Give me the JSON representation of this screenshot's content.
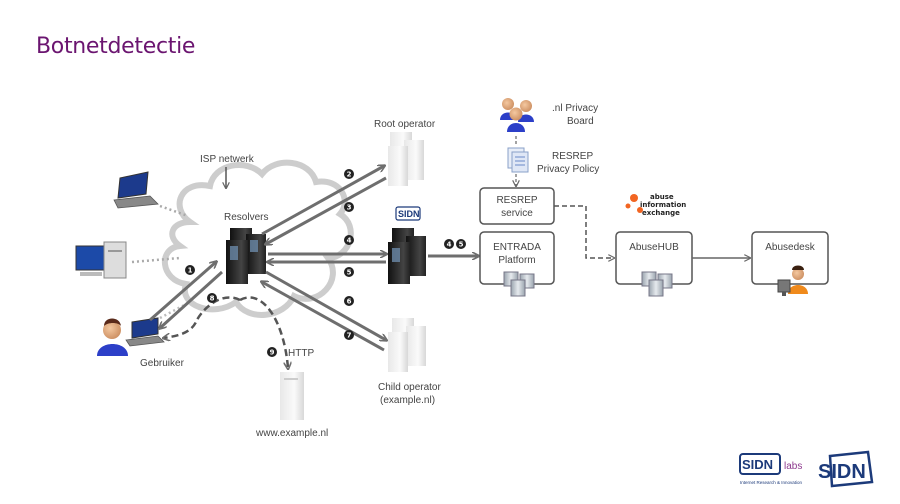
{
  "slide": {
    "title": "Botnetdetectie"
  },
  "labels": {
    "isp_network": "ISP netwerk",
    "resolvers": "Resolvers",
    "root_operator": "Root operator",
    "child_operator_line1": "Child operator",
    "child_operator_line2": "(example.nl)",
    "user": "Gebruiker",
    "http": "HTTP",
    "website": "www.example.nl",
    "privacy_board_line1": ".nl Privacy",
    "privacy_board_line2": "Board",
    "privacy_policy_line1": "RESREP",
    "privacy_policy_line2": "Privacy Policy",
    "sidn_small": "SIDN"
  },
  "boxes": {
    "resrep_line1": "RESREP",
    "resrep_line2": "service",
    "entrada_line1": "ENTRADA",
    "entrada_line2": "Platform",
    "abusehub": "AbuseHUB",
    "abusedesk": "Abusedesk"
  },
  "steps": {
    "s1": "1",
    "s2": "2",
    "s3": "3",
    "s4": "4",
    "s5": "5",
    "s6": "6",
    "s7": "7",
    "s8": "8",
    "s9": "9",
    "s4b": "4",
    "s5b": "5"
  },
  "logos": {
    "abuse_line1": "abuse",
    "abuse_line2": "information",
    "abuse_line3": "exchange",
    "sidn_labs_mark": "SIDN",
    "sidn_labs_word": "labs",
    "sidn_labs_tagline": "Internet Research & Innovation",
    "sidn_main": "SIDN"
  },
  "colors": {
    "title": "#6b1570",
    "arrow": "#6e6e6e",
    "sidn_blue": "#1c3a7a",
    "abuse_orange": "#f26522",
    "labs_purple": "#8e3a8e"
  }
}
